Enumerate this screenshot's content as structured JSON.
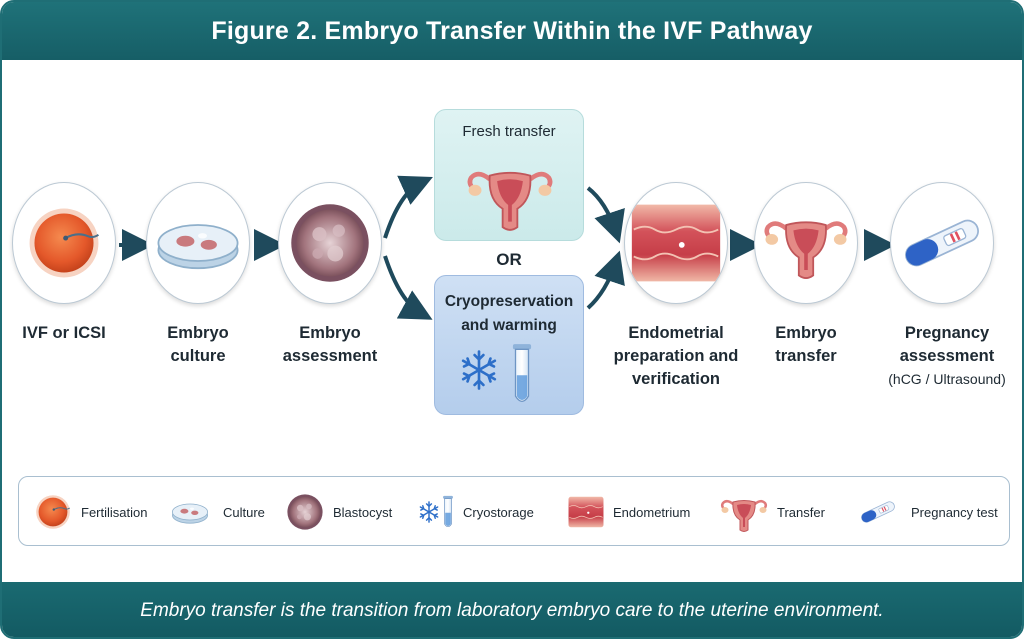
{
  "title": "Figure 2.  Embryo Transfer Within the IVF Pathway",
  "steps": [
    {
      "id": "ivf",
      "label1": "IVF or ICSI",
      "label2": "",
      "sub": "",
      "icon": "fertilisation-icon"
    },
    {
      "id": "culture",
      "label1": "Embryo",
      "label2": "culture",
      "sub": "",
      "icon": "culture-dish-icon"
    },
    {
      "id": "assessment",
      "label1": "Embryo",
      "label2": "assessment",
      "sub": "",
      "icon": "blastocyst-icon"
    },
    {
      "id": "endometrial",
      "label1": "Endometrial",
      "label2": "preparation and",
      "label3": "verification",
      "icon": "endometrium-icon"
    },
    {
      "id": "transfer",
      "label1": "Embryo",
      "label2": "transfer",
      "sub": "",
      "icon": "uterus-icon"
    },
    {
      "id": "pregnancy",
      "label1": "Pregnancy",
      "label2": "assessment",
      "sub": "(hCG / Ultrasound)",
      "icon": "pregnancy-test-icon"
    }
  ],
  "branches": {
    "fresh": {
      "label": "Fresh transfer",
      "icon": "uterus-icon"
    },
    "or": "OR",
    "cryo": {
      "label1": "Cryopreservation",
      "label2": "and warming",
      "icon": "snowflake-icon"
    }
  },
  "legend": [
    {
      "label": "Fertilisation",
      "icon": "fertilisation-icon"
    },
    {
      "label": "Culture",
      "icon": "culture-dish-icon"
    },
    {
      "label": "Blastocyst",
      "icon": "blastocyst-icon"
    },
    {
      "label": "Cryostorage",
      "icon": "cryostorage-icon"
    },
    {
      "label": "Endometrium",
      "icon": "endometrium-icon"
    },
    {
      "label": "Transfer",
      "icon": "uterus-icon"
    },
    {
      "label": "Pregnancy test",
      "icon": "pregnancy-test-icon"
    }
  ],
  "footer": "Embryo transfer is the transition from laboratory embryo care to the uterine environment.",
  "colors": {
    "header": "#1f7279",
    "arrow": "#1f4a5c",
    "fresh_box": "#d6efef",
    "cryo_box": "#c1d6ef",
    "egg": "#e4582a",
    "uterus": "#e07b7b",
    "endometrium": "#c9454a",
    "test_blue": "#2e63c6"
  }
}
